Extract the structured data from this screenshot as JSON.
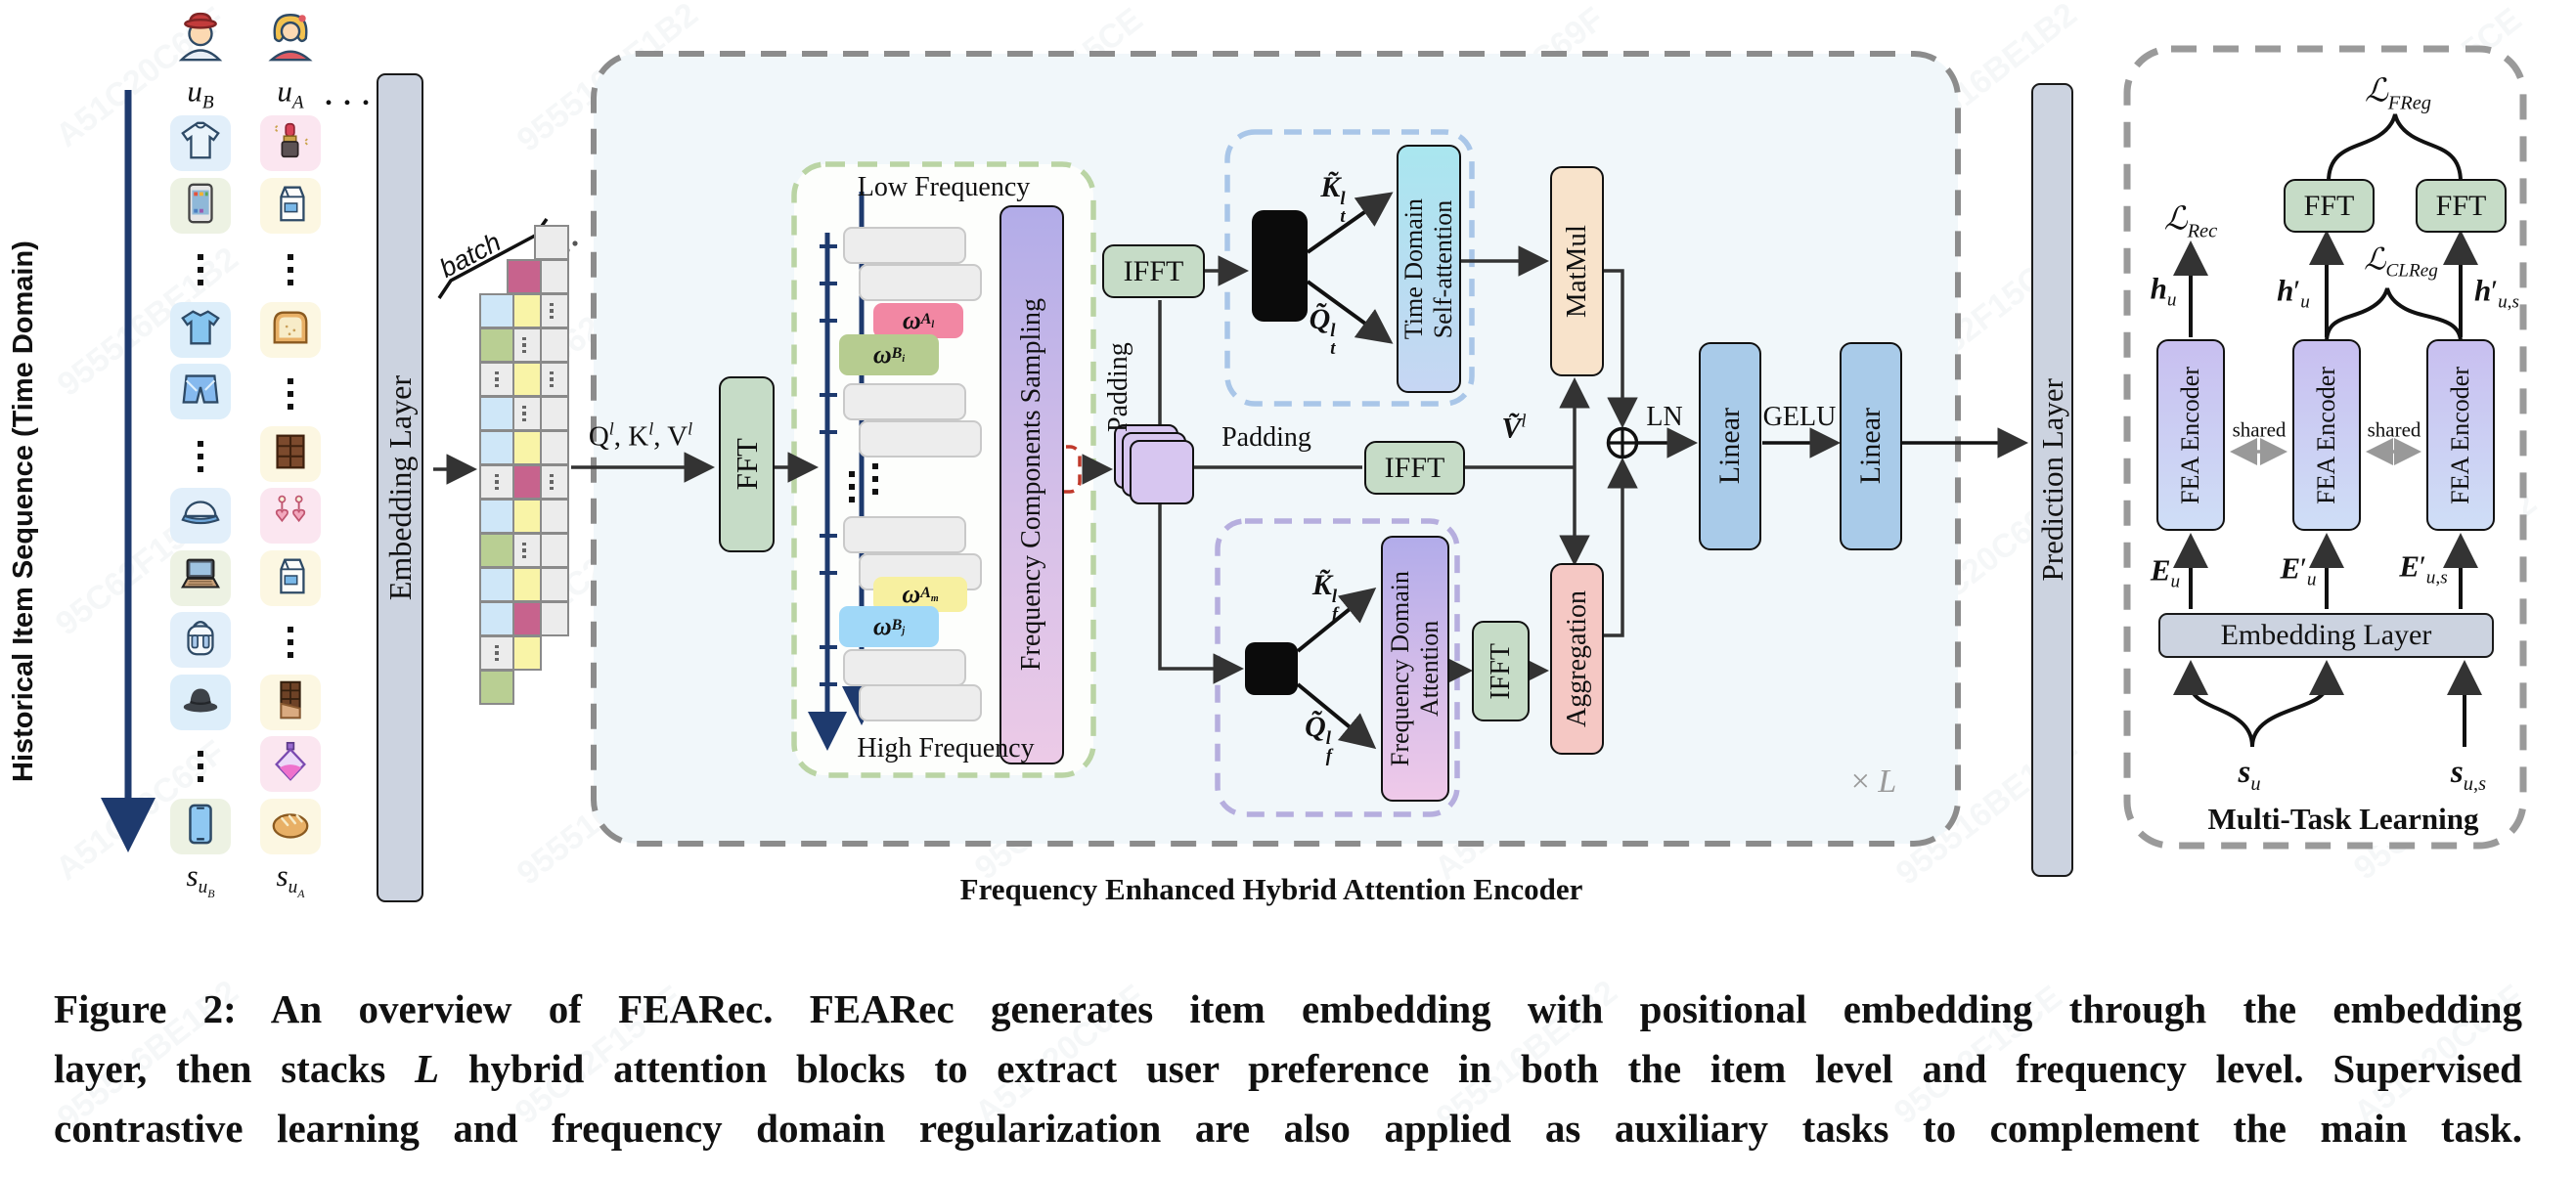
{
  "left": {
    "axis_label": "Historical Item Sequence (Time Domain)",
    "user_b_label": "<i>u</i><sub><i>B</i></sub>",
    "user_a_label": "<i>u</i><sub><i>A</i></sub>",
    "ellipsis": ". . .",
    "batch_label": "batch",
    "seq_b_label": "<i>s</i><sub><i>u<sub>B</sub></i></sub>",
    "seq_a_label": "<i>s</i><sub><i>u<sub>A</sub></i></sub>",
    "embedding_layer": "Embedding Layer",
    "sequence_b": [
      "sweatshirt",
      "smartphone",
      "dots",
      "tshirt",
      "shorts",
      "dots",
      "cap",
      "laptop",
      "backpack",
      "hat",
      "dots",
      "phone"
    ],
    "sequence_a": [
      "lipstick",
      "milk",
      "dots",
      "bread",
      "dots",
      "chocolate",
      "earrings",
      "milk",
      "dots",
      "chocolate-bar",
      "perfume",
      "bread-loaf"
    ],
    "batch_front": [
      "blue",
      "green",
      "dots",
      "blue",
      "blue",
      "dots",
      "blue",
      "green",
      "blue",
      "blue",
      "dots",
      "green"
    ],
    "batch_middle": [
      "pink",
      "yellow",
      "dots",
      "yellow",
      "dots",
      "yellow",
      "pink",
      "yellow",
      "dots",
      "yellow",
      "pink",
      "yellow"
    ],
    "batch_back": [
      "plain",
      "plain",
      "dots",
      "plain",
      "dots",
      "plain",
      "plain",
      "dots",
      "plain",
      "plain",
      "plain",
      "plain"
    ]
  },
  "encoder": {
    "qkv": "Q<sup><i>l</i></sup>, K<sup><i>l</i></sup>, V<sup><i>l</i></sup>",
    "fft": "FFT",
    "low_freq": "Low Frequency",
    "high_freq": "High Frequency",
    "fcs": "Frequency Components Sampling",
    "chips": [
      {
        "label": "<i><b>ω</b></i><sub><b>A<sub>l</sub></b></sub>",
        "color": "#f287a3"
      },
      {
        "label": "<i><b>ω</b></i><sub><b>B<sub>i</sub></b></sub>",
        "color": "#b6cc90"
      },
      {
        "label": "<i><b>ω</b></i><sub><b>A<sub>m</sub></b></sub>",
        "color": "#f7f0a0"
      },
      {
        "label": "<i><b>ω</b></i><sub><b>B<sub>j</sub></b></sub>",
        "color": "#a0d8f8"
      }
    ],
    "ifft_top": "IFFT",
    "ifft_mid": "IFFT",
    "ifft_freq": "IFFT",
    "padding_vertical": "Padding",
    "padding_horizontal": "Padding",
    "k_t": "<b><i>K̃</i></b><span class='ss'><sup><b><i>l</i></b></sup><sub><b><i>t</i></b></sub></span>",
    "q_t": "<b><i>Q̃</i></b><span class='ss'><sup><b><i>l</i></b></sup><sub><b><i>t</i></b></sub></span>",
    "k_f": "<b><i>K̃</i></b><span class='ss'><sup><b><i>l</i></b></sup><sub><b><i>f</i></b></sub></span>",
    "q_f": "<b><i>Q̃</i></b><span class='ss'><sup><b><i>l</i></b></sup><sub><b><i>f</i></b></sub></span>",
    "v_tilde": "<b><i>Ṽ</i></b><sup><i>l</i></sup>",
    "tdsa_line1": "Time Domain",
    "tdsa_line2": "Self-attention",
    "fda_line1": "Frequency Domain",
    "fda_line2": "Attention",
    "matmul": "MatMul",
    "aggregation": "Aggregation",
    "ln": "LN",
    "gelu": "GELU",
    "linear1": "Linear",
    "linear2": "Linear",
    "times_l": "× <i>L</i>",
    "box_label": "Frequency Enhanced Hybrid Attention Encoder",
    "prediction_layer": "Prediction Layer"
  },
  "mtl": {
    "title": "Multi-Task Learning",
    "l_freg": "ℒ<sub><i>FReg</i></sub>",
    "l_rec": "ℒ<sub><i>Rec</i></sub>",
    "l_clreg": "ℒ<sub>CLReg</sub>",
    "h_u": "<b><i>h</i></b><sub><i>u</i></sub>",
    "h_u_prime": "<b><i>h</i></b>′<sub><i>u</i></sub>",
    "h_us_prime": "<b><i>h</i></b>′<sub><i>u</i>,<i>s</i></sub>",
    "fft1": "FFT",
    "fft2": "FFT",
    "fea1": "FEA Encoder",
    "fea2": "FEA Encoder",
    "fea3": "FEA Encoder",
    "shared1": "shared",
    "shared2": "shared",
    "e_u": "<b><i>E</i></b><sub><i>u</i></sub>",
    "e_u_prime": "<b><i>E</i></b>′<sub><i>u</i></sub>",
    "e_us_prime": "<b><i>E</i></b>′<sub><i>u</i>,<i>s</i></sub>",
    "embedding_layer": "Embedding Layer",
    "s_u": "<b><i>s</i></b><sub><i>u</i></sub>",
    "s_us": "<b><i>s</i></b><sub><i>u</i>,<i>s</i></sub>"
  },
  "caption": {
    "line1": "Figure 2: An overview of FEARec. FEARec generates item embedding with positional embedding through the embedding",
    "line2": "layer, then stacks <i>L</i> hybrid attention blocks to extract user preference in both the item level and frequency level. Supervised",
    "line3": "contrastive learning and frequency domain regularization are also applied as auxiliary tasks to complement the main task."
  },
  "watermark": [
    "A51C20C69F",
    "955516BE1B2",
    "95C62F15CE"
  ],
  "colors": {
    "accent_green_box": "#c6dcc7",
    "blue_linear": "#a9cbe9",
    "matmul_peach": "#f8e3cb",
    "aggregation_pink": "#f5c8c4",
    "bar_gray": "#ccd3e0",
    "navy": "#1e3a6e",
    "red_dash": "#c0392b"
  }
}
